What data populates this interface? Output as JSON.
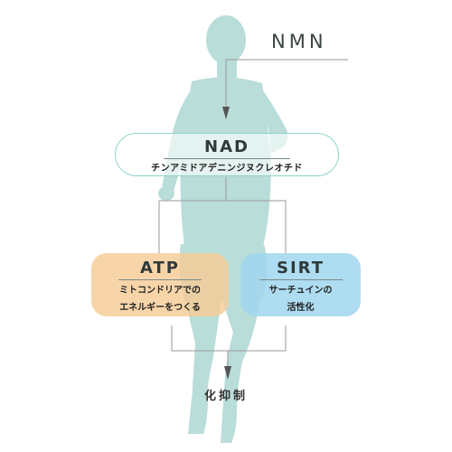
{
  "top_label": "NMN",
  "nad": {
    "title": "NAD",
    "subtitle": "チンアミドアデニンジヌクレオチド"
  },
  "atp": {
    "title": "ATP",
    "lines": [
      "ミトコンドリアでの",
      "エネルギーをつくる"
    ]
  },
  "sirt": {
    "title": "SIRT",
    "lines": [
      "サーチュインの",
      "活性化"
    ]
  },
  "bottom_label": "化抑制",
  "colors": {
    "figure": "#b9ddd8",
    "nad_border": "#8fd3cc",
    "atp_fill": "#f7cc96",
    "sirt_fill": "#a0d6ee",
    "lines": "#9a9a9a"
  },
  "icons": {
    "figure": "running-person-silhouette"
  }
}
